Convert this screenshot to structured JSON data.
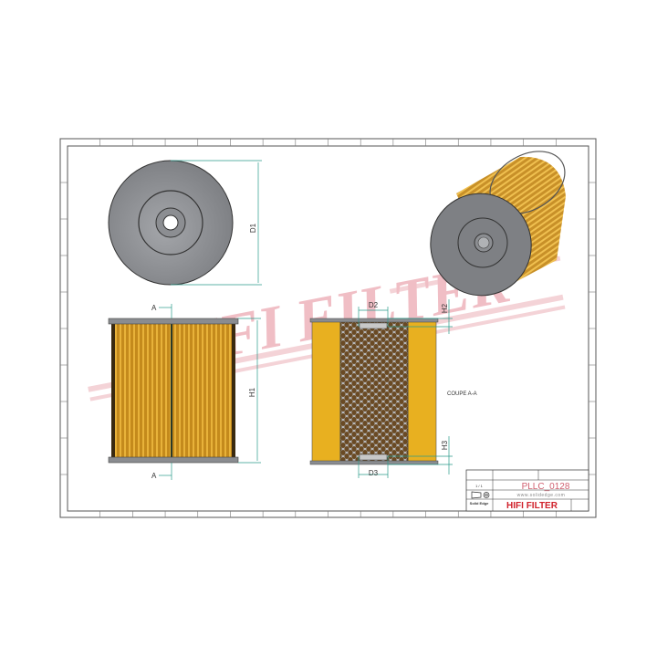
{
  "watermark": {
    "text": "HIFI FILTER",
    "color": "#e8a0a8"
  },
  "views": {
    "end_view": {
      "dimension": "D1"
    },
    "side_view": {
      "dimension": "H1",
      "section_mark_top": "A",
      "section_mark_bottom": "A"
    },
    "section_view": {
      "title": "COUPE A-A",
      "dimensions": [
        "D2",
        "D3",
        "H2",
        "H3"
      ]
    }
  },
  "title_block": {
    "scale": "1 / 1",
    "part_number": "PLLC_0128",
    "website": "www.solidedge.com",
    "software": "Solid Edge",
    "brand": "HIFI FILTER",
    "brand_color": "#d0202a",
    "part_number_color": "#d06070"
  },
  "colors": {
    "filter_media": "#e8b020",
    "end_cap": "#8a8c90",
    "dimension_line": "#2a9a8a"
  }
}
